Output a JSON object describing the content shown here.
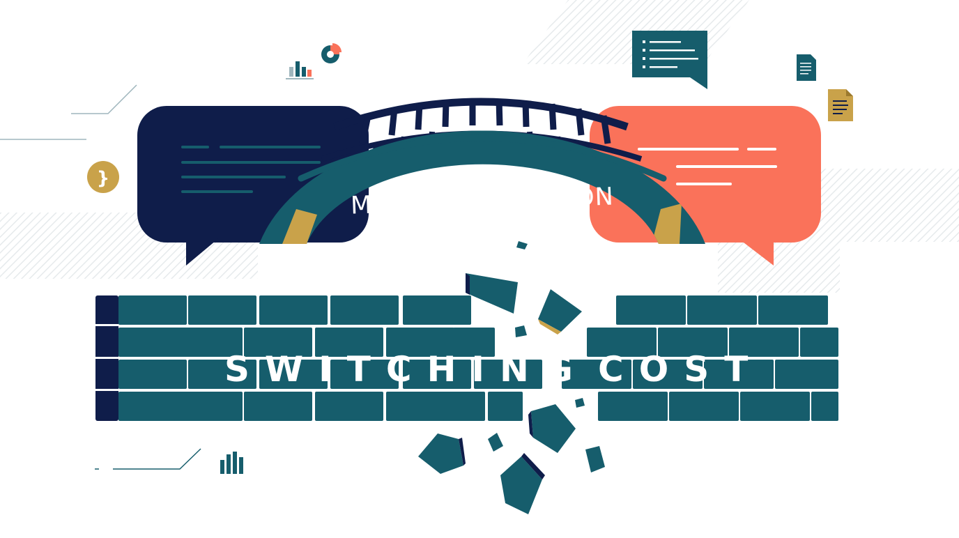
{
  "illustration": {
    "bridge_label": "MEMORY MIGRATION",
    "wall_label_left": "SWITCHING",
    "wall_label_right": "COST",
    "code_badge_glyph": "}"
  },
  "icons": {
    "code_badge": "code-brace-icon",
    "pie": "pie-chart-icon",
    "bars": "bar-chart-icon",
    "chat": "chat-list-icon",
    "document": "document-icon"
  },
  "colors": {
    "navy": "#0f1d4a",
    "teal": "#165d6c",
    "coral": "#fa725a",
    "gold": "#c9a24a",
    "white": "#ffffff",
    "hatch": "#e8ecee"
  }
}
